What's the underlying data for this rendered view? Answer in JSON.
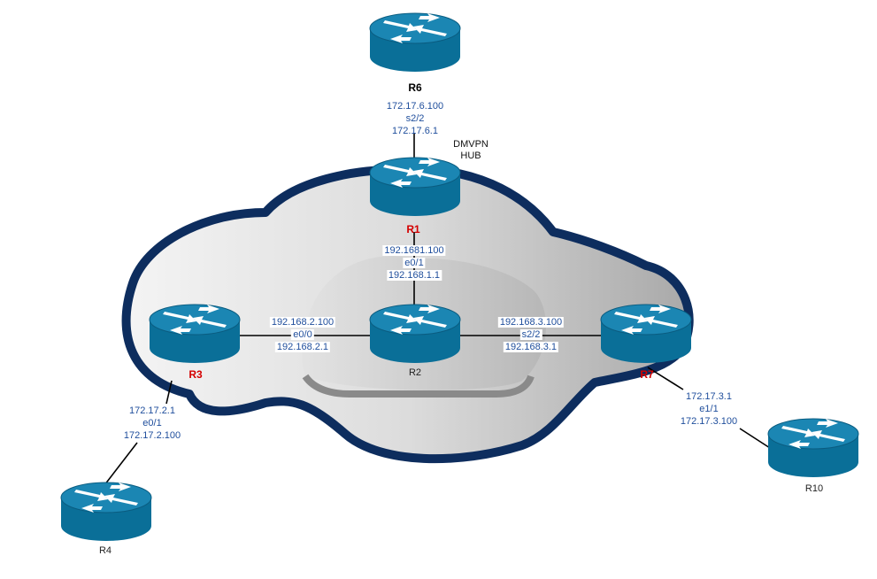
{
  "hub_label": [
    "DMVPN",
    "HUB"
  ],
  "routers": [
    {
      "id": "r6",
      "name": "R6",
      "style": "bold"
    },
    {
      "id": "r1",
      "name": "R1",
      "style": "red"
    },
    {
      "id": "r2",
      "name": "R2",
      "style": "plain"
    },
    {
      "id": "r3",
      "name": "R3",
      "style": "red"
    },
    {
      "id": "r7",
      "name": "R7",
      "style": "red"
    },
    {
      "id": "r4",
      "name": "R4",
      "style": "plain"
    },
    {
      "id": "r10",
      "name": "R10",
      "style": "plain"
    }
  ],
  "links": [
    {
      "id": "r6-r1",
      "labels": [
        "172.17.6.100",
        "s2/2",
        "172.17.6.1"
      ]
    },
    {
      "id": "r1-r2",
      "labels": [
        "192.1681.100",
        "e0/1",
        "192.168.1.1"
      ]
    },
    {
      "id": "r3-r2",
      "labels": [
        "192.168.2.100",
        "e0/0",
        "192.168.2.1"
      ]
    },
    {
      "id": "r2-r7",
      "labels": [
        "192.168.3.100",
        "s2/2",
        "192.168.3.1"
      ]
    },
    {
      "id": "r3-r4",
      "labels": [
        "172.17.2.1",
        "e0/1",
        "172.17.2.100"
      ]
    },
    {
      "id": "r7-r10",
      "labels": [
        "172.17.3.1",
        "e1/1",
        "172.17.3.100"
      ]
    }
  ],
  "colors": {
    "router_fill": "#0a6f98",
    "router_top": "#1b86b3",
    "cloud_border": "#0d2d5e",
    "label_text": "#1f4e9c",
    "red_label": "#d40000"
  }
}
